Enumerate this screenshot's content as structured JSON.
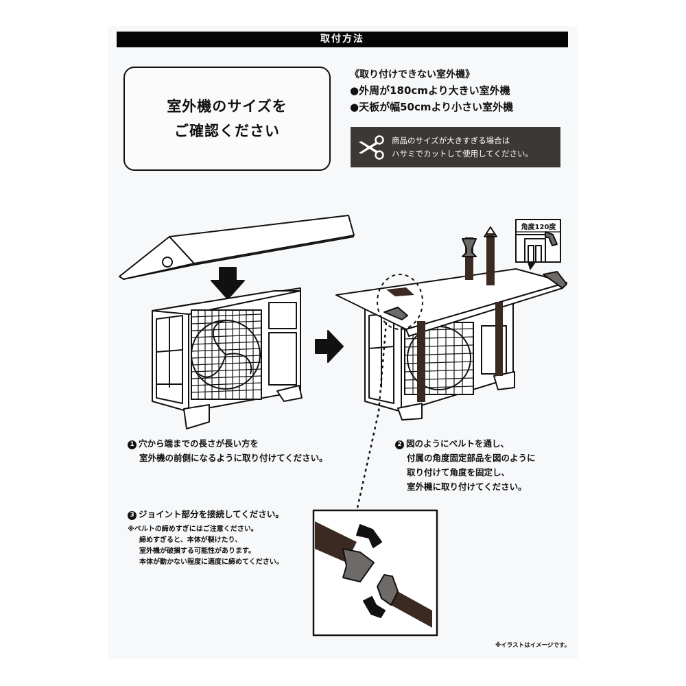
{
  "header": {
    "title": "取付方法"
  },
  "size_check": {
    "line1": "室外機のサイズを",
    "line2": "ご確認ください"
  },
  "cannot_install": {
    "heading": "《取り付けできない室外機》",
    "items": [
      "●外周が180cmより大きい室外機",
      "●天板が幅50cmより小さい室外機"
    ]
  },
  "cut_notice": {
    "icon": "scissors-icon",
    "line1": "商品のサイズが大きすぎる場合は",
    "line2": "ハサミでカットして使用してください。"
  },
  "detail_callout": {
    "label": "角度120度"
  },
  "steps": [
    {
      "num": "1",
      "lines": [
        "穴から端までの長さが長い方を",
        "室外機の前側になるように取り付けてください。"
      ]
    },
    {
      "num": "2",
      "lines": [
        "図のようにベルトを通し、",
        "付属の角度固定部品を図のように",
        "取り付けて角度を固定し、",
        "室外機に取り付けてください。"
      ]
    },
    {
      "num": "3",
      "lines": [
        "ジョイント部分を接続してください。"
      ]
    }
  ],
  "caution": {
    "lines": [
      "※ベルトの締めすぎにはご注意ください。",
      "締めすぎると、本体が裂けたり、",
      "室外機が破損する可能性があります。",
      "本体が動かない程度に適度に締めてください。"
    ]
  },
  "footnote": "※イラストはイメージです。",
  "colors": {
    "title_bar": "#050505",
    "cut_box": "#3b3836",
    "belt": "#3a2a22",
    "buckle_gray": "#6e6a68",
    "sheet": "#f7f8fa"
  }
}
